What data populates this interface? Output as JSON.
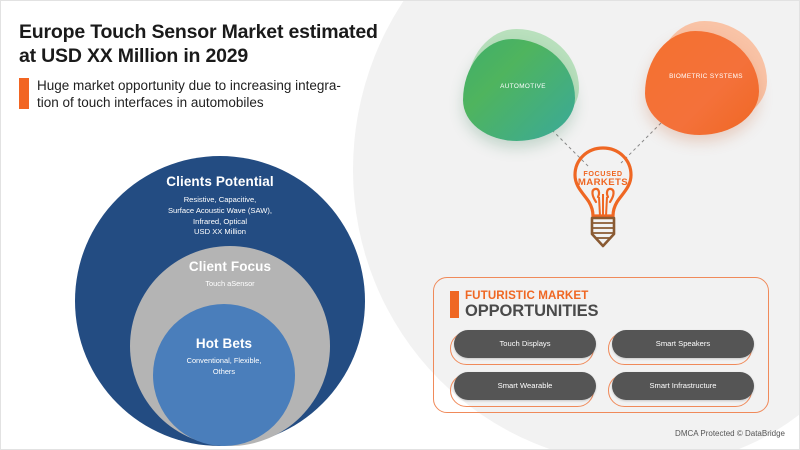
{
  "header": {
    "title": "Europe Touch Sensor Market estimated\nat USD   XX Million in 2029",
    "subtitle": "Huge market opportunity due to increasing integra-\ntion of touch interfaces in automobiles",
    "accent_color": "#f26522"
  },
  "circles": {
    "outer": {
      "label": "Clients Potential",
      "description": "Resistive, Capacitive,\nSurface Acoustic Wave (SAW),\nInfrared, Optical\nUSD   XX Million",
      "color": "#234c82"
    },
    "middle": {
      "label": "Client Focus",
      "description": "Touch aSensor",
      "color": "#b4b4b4"
    },
    "inner": {
      "label": "Hot Bets",
      "description": "Conventional, Flexible,\nOthers",
      "color": "#4a7ebb"
    }
  },
  "markets": {
    "bulb_line1": "FOCUSED",
    "bulb_line2": "MARKETS",
    "bulb_color": "#ef6723",
    "nodes": [
      {
        "label": "AUTOMOTIVE",
        "color": "#3fae6b"
      },
      {
        "label": "BIOMETRIC SYSTEMS",
        "color": "#f4712f"
      }
    ]
  },
  "opportunities": {
    "heading_line1": "FUTURISTIC MARKET",
    "heading_line2": "OPPORTUNITIES",
    "heading_color": "#ef6723",
    "border_color": "#f08a5a",
    "items": [
      "Touch Displays",
      "Smart Speakers",
      "Smart Wearable",
      "Smart Infrastructure"
    ]
  },
  "footer": {
    "text": "DMCA Protected © DataBridge"
  }
}
